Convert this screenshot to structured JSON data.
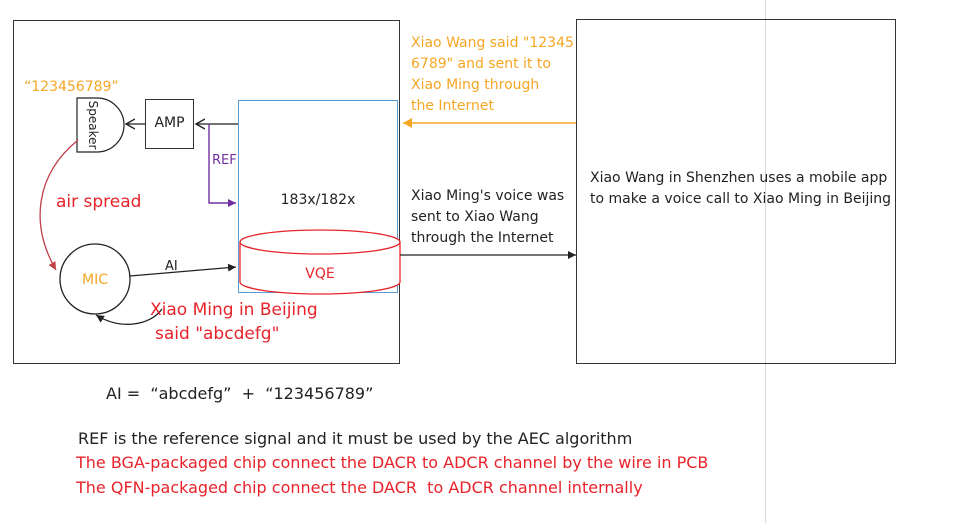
{
  "colors": {
    "orange": "#f5a623",
    "red": "#e8232a",
    "purple": "#7030a0",
    "blue": "#5b9bd5",
    "black": "#222222"
  },
  "left_panel": {
    "quoted_number": "“123456789”",
    "speaker_label": "Speaker",
    "amp_label": "AMP",
    "ref_label": "REF",
    "chip_label": "183x/182x",
    "air_label": "air spread",
    "mic_label": "MIC",
    "ai_label": "AI",
    "vqe_label": "VQE",
    "beijing_line1": "Xiao Ming in Beijing",
    "beijing_line2": "said \"abcdefg\""
  },
  "middle": {
    "incoming_lines": [
      "Xiao Wang said \"12345",
      "6789\" and sent it to",
      "Xiao Ming through",
      "the Internet"
    ],
    "outgoing_lines": [
      "Xiao Ming's voice was",
      "sent to Xiao Wang",
      "through the Internet"
    ]
  },
  "right_panel": {
    "lines": [
      "Xiao Wang in Shenzhen uses a mobile app",
      "to make a voice call to Xiao Ming in Beijing"
    ]
  },
  "notes": {
    "equation": "AI =  “abcdefg”  +  “123456789”",
    "ref_note": "REF is the reference signal and it must be used by the AEC algorithm",
    "bga_note": "The BGA-packaged chip connect the DACR to ADCR channel by the wire in PCB",
    "qfn_note": "The QFN-packaged chip connect the DACR  to ADCR channel internally"
  }
}
